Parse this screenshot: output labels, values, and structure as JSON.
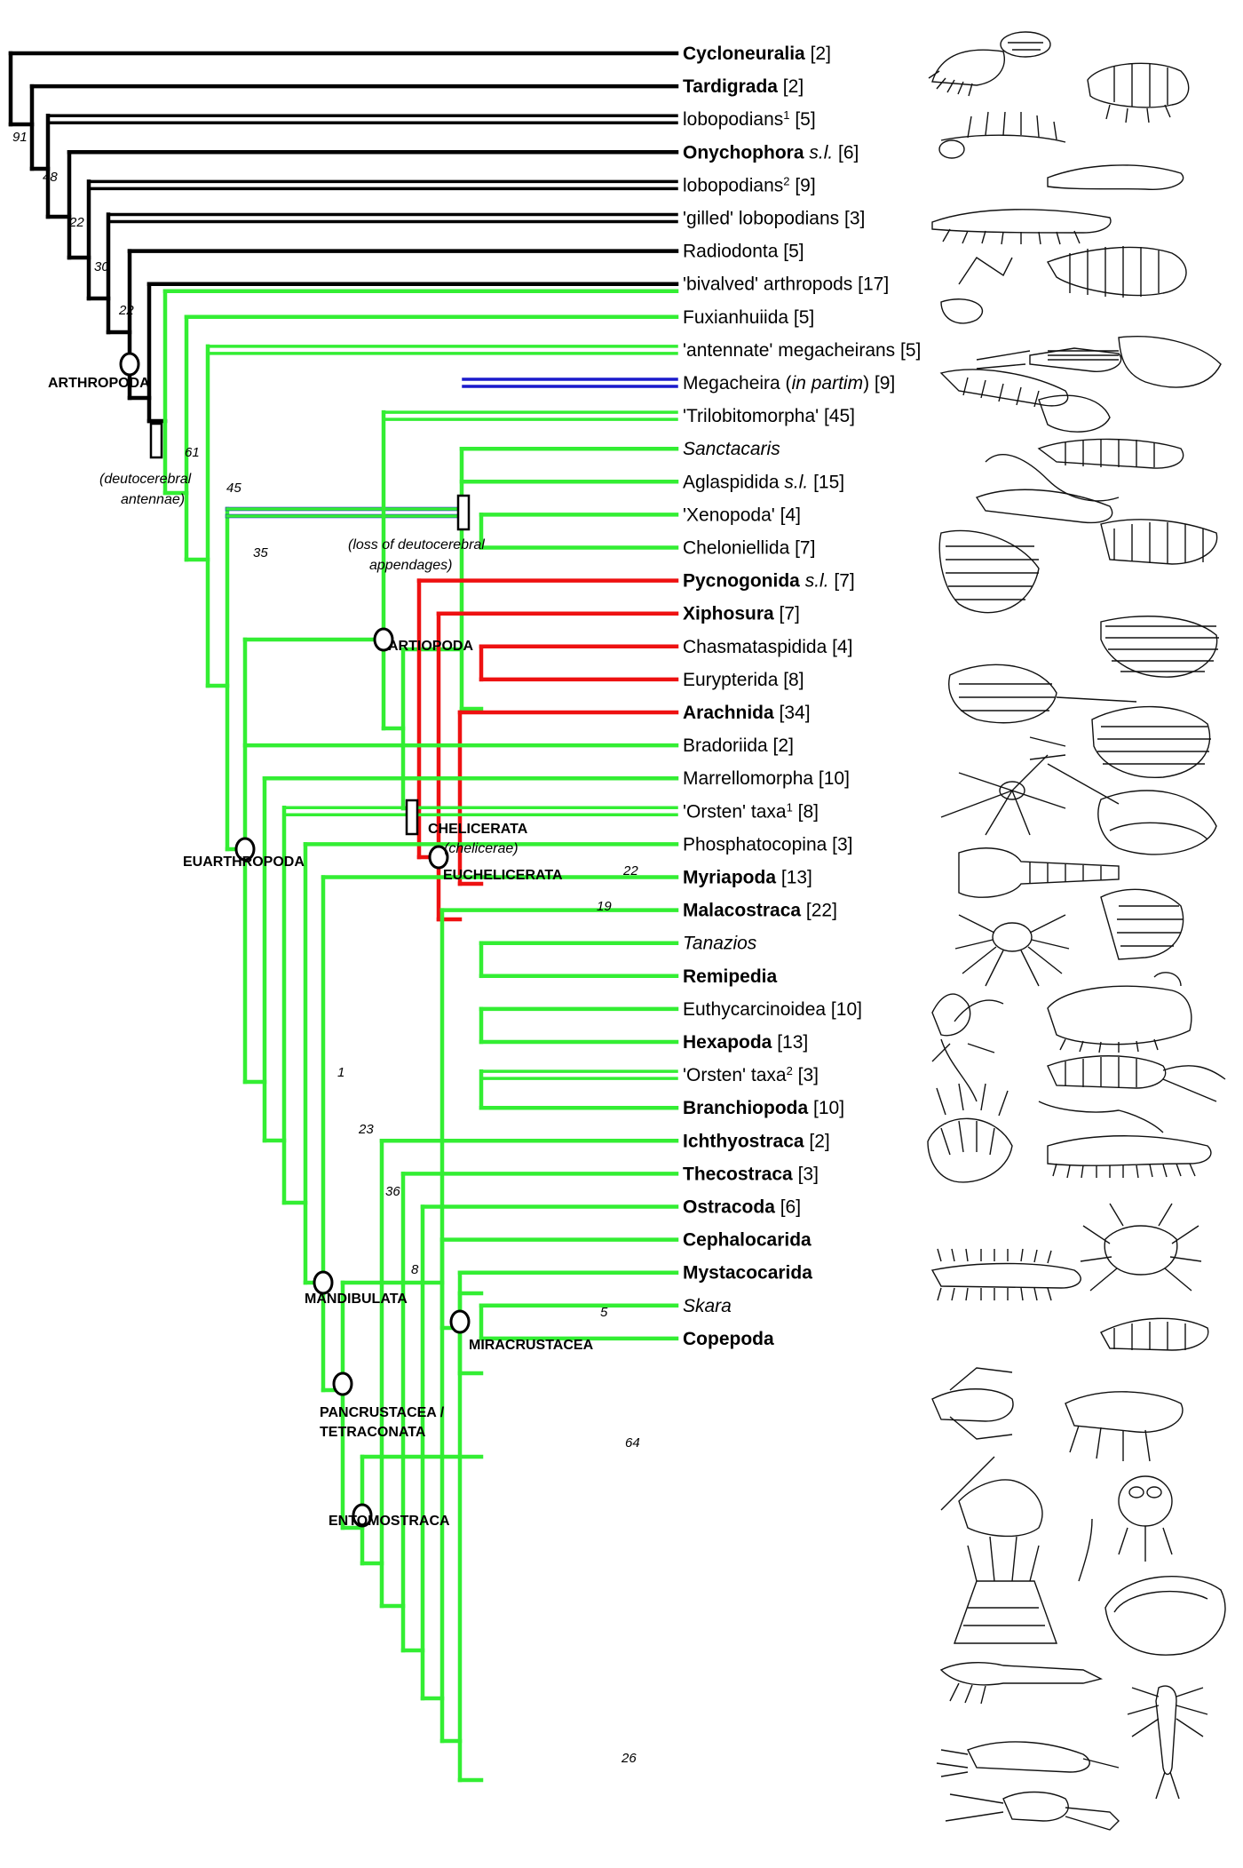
{
  "colors": {
    "basal": "#000000",
    "euarthropoda": "#33ee33",
    "megacheira": "#1a1acc",
    "chelicerata": "#ee1111"
  },
  "taxa": [
    {
      "parts": [
        {
          "t": "Cycloneuralia",
          "b": 1
        },
        {
          "t": " [2]"
        }
      ]
    },
    {
      "parts": [
        {
          "t": "Tardigrada",
          "b": 1
        },
        {
          "t": " [2]"
        }
      ]
    },
    {
      "parts": [
        {
          "t": "lobopodians"
        },
        {
          "t": "1",
          "sup": 1
        },
        {
          "t": " [5]"
        }
      ]
    },
    {
      "parts": [
        {
          "t": "Onychophora",
          "b": 1
        },
        {
          "t": " "
        },
        {
          "t": "s.l.",
          "i": 1
        },
        {
          "t": " [6]"
        }
      ]
    },
    {
      "parts": [
        {
          "t": "lobopodians"
        },
        {
          "t": "2",
          "sup": 1
        },
        {
          "t": " [9]"
        }
      ]
    },
    {
      "parts": [
        {
          "t": "'gilled' lobopodians [3]"
        }
      ]
    },
    {
      "parts": [
        {
          "t": "Radiodonta [5]"
        }
      ]
    },
    {
      "parts": [
        {
          "t": "'bivalved' arthropods [17]"
        }
      ]
    },
    {
      "parts": [
        {
          "t": "Fuxianhuiida [5]"
        }
      ]
    },
    {
      "parts": [
        {
          "t": "'antennate' megacheirans [5]"
        }
      ]
    },
    {
      "parts": [
        {
          "t": "Megacheira ("
        },
        {
          "t": "in partim",
          "i": 1
        },
        {
          "t": ") [9]"
        }
      ]
    },
    {
      "parts": [
        {
          "t": "'Trilobitomorpha' [45]"
        }
      ]
    },
    {
      "parts": [
        {
          "t": "Sanctacaris",
          "i": 1
        }
      ]
    },
    {
      "parts": [
        {
          "t": "Aglaspidida "
        },
        {
          "t": "s.l.",
          "i": 1
        },
        {
          "t": " [15]"
        }
      ]
    },
    {
      "parts": [
        {
          "t": "'Xenopoda' [4]"
        }
      ]
    },
    {
      "parts": [
        {
          "t": "Cheloniellida [7]"
        }
      ]
    },
    {
      "parts": [
        {
          "t": "Pycnogonida",
          "b": 1
        },
        {
          "t": " "
        },
        {
          "t": "s.l.",
          "i": 1
        },
        {
          "t": " [7]"
        }
      ]
    },
    {
      "parts": [
        {
          "t": "Xiphosura",
          "b": 1
        },
        {
          "t": " [7]"
        }
      ]
    },
    {
      "parts": [
        {
          "t": "Chasmataspidida [4]"
        }
      ]
    },
    {
      "parts": [
        {
          "t": "Eurypterida [8]"
        }
      ]
    },
    {
      "parts": [
        {
          "t": "Arachnida",
          "b": 1
        },
        {
          "t": " [34]"
        }
      ]
    },
    {
      "parts": [
        {
          "t": "Bradoriida [2]"
        }
      ]
    },
    {
      "parts": [
        {
          "t": "Marrellomorpha [10]"
        }
      ]
    },
    {
      "parts": [
        {
          "t": "'Orsten' taxa"
        },
        {
          "t": "1",
          "sup": 1
        },
        {
          "t": " [8]"
        }
      ]
    },
    {
      "parts": [
        {
          "t": "Phosphatocopina [3]"
        }
      ]
    },
    {
      "parts": [
        {
          "t": "Myriapoda",
          "b": 1
        },
        {
          "t": " [13]"
        }
      ]
    },
    {
      "parts": [
        {
          "t": "Malacostraca",
          "b": 1
        },
        {
          "t": " [22]"
        }
      ]
    },
    {
      "parts": [
        {
          "t": "Tanazios",
          "i": 1
        }
      ]
    },
    {
      "parts": [
        {
          "t": "Remipedia",
          "b": 1
        }
      ]
    },
    {
      "parts": [
        {
          "t": "Euthycarcinoidea [10]"
        }
      ]
    },
    {
      "parts": [
        {
          "t": "Hexapoda",
          "b": 1
        },
        {
          "t": " [13]"
        }
      ]
    },
    {
      "parts": [
        {
          "t": "'Orsten' taxa"
        },
        {
          "t": "2",
          "sup": 1
        },
        {
          "t": " [3]"
        }
      ]
    },
    {
      "parts": [
        {
          "t": "Branchiopoda",
          "b": 1
        },
        {
          "t": " [10]"
        }
      ]
    },
    {
      "parts": [
        {
          "t": "Ichthyostraca",
          "b": 1
        },
        {
          "t": " [2]"
        }
      ]
    },
    {
      "parts": [
        {
          "t": "Thecostraca",
          "b": 1
        },
        {
          "t": " [3]"
        }
      ]
    },
    {
      "parts": [
        {
          "t": "Ostracoda",
          "b": 1
        },
        {
          "t": " [6]"
        }
      ]
    },
    {
      "parts": [
        {
          "t": "Cephalocarida",
          "b": 1
        }
      ]
    },
    {
      "parts": [
        {
          "t": "Mystacocarida",
          "b": 1
        }
      ]
    },
    {
      "parts": [
        {
          "t": "Skara",
          "i": 1
        }
      ]
    },
    {
      "parts": [
        {
          "t": "Copepoda",
          "b": 1
        }
      ]
    }
  ],
  "clades": {
    "arthropoda": "ARTHROPODA",
    "euarthropoda": "EUARTHROPODA",
    "artiopoda": "ARTIOPODA",
    "chelicerata": "CHELICERATA",
    "euchelicerata": "EUCHELICERATA",
    "mandibulata": "MANDIBULATA",
    "miracrustacea": "MIRACRUSTACEA",
    "pancrustacea_line1": "PANCRUSTACEA /",
    "pancrustacea_line2": "TETRACONATA",
    "entomostraca": "ENTOMOSTRACA"
  },
  "notes": {
    "deuto_1": "(deutocerebral",
    "deuto_2": "antennae)",
    "loss_1": "(loss of deutocerebral",
    "loss_2": "appendages)",
    "chelicerae": "(chelicerae)"
  },
  "support": {
    "n91": "91",
    "n48": "48",
    "n22a": "22",
    "n30": "30",
    "n22b": "22",
    "n61": "61",
    "n45": "45",
    "n35": "35",
    "n22c": "22",
    "n19": "19",
    "n1": "1",
    "n23": "23",
    "n36": "36",
    "n8": "8",
    "n5": "5",
    "n64": "64",
    "n26": "26"
  },
  "illustrations": [
    "cycloneuralian",
    "tardigrade",
    "lobopodian",
    "onychophoran",
    "radiodont",
    "bivalved-arthropod",
    "fuxianhuiid",
    "megacheiran",
    "trilobite",
    "aglaspidid",
    "cheloniellid",
    "pycnogonid",
    "xiphosuran",
    "eurypterid",
    "arachnid",
    "bradoriid",
    "marrellomorph",
    "orsten-larva",
    "phosphatocopine",
    "myriapod",
    "malacostracan-crab",
    "remipede",
    "euthycarcinoid",
    "hexapod",
    "branchiopod",
    "thecostracan",
    "ostracod",
    "cephalocarid",
    "mystacocarid",
    "copepod"
  ]
}
